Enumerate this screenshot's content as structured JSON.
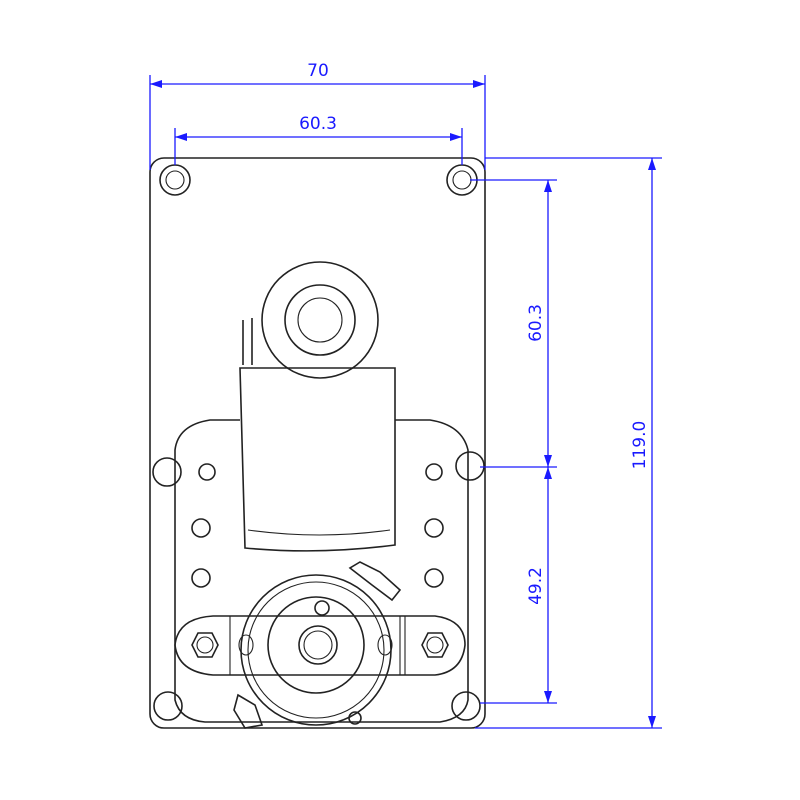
{
  "dimensions": {
    "overall_width": "70",
    "hole_spacing_horizontal": "60.3",
    "hole_spacing_vertical_upper": "60.3",
    "hole_spacing_vertical_lower": "49.2",
    "overall_height": "119.0"
  },
  "colors": {
    "dimension": "#1a1aff",
    "outline": "#222222"
  }
}
